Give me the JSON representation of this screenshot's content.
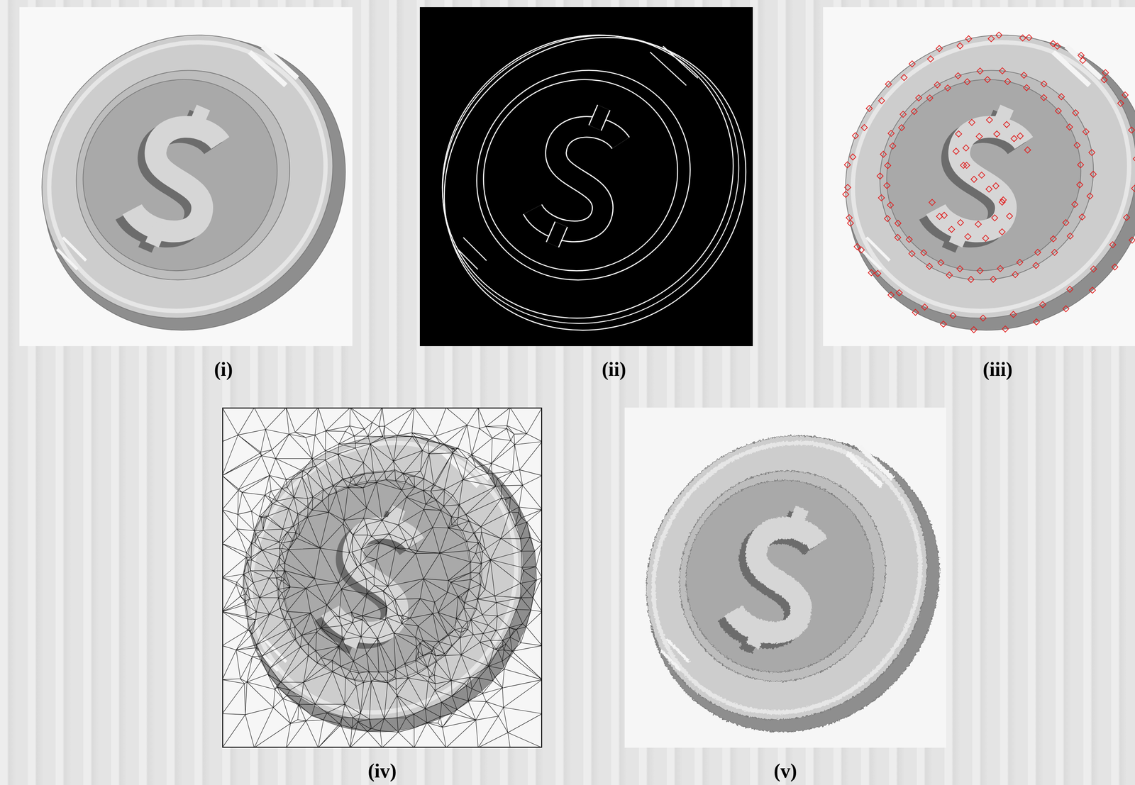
{
  "diagram": {
    "labels": [
      "(i)",
      "(ii)",
      "(iii)",
      "(iv)",
      "(v)"
    ]
  }
}
